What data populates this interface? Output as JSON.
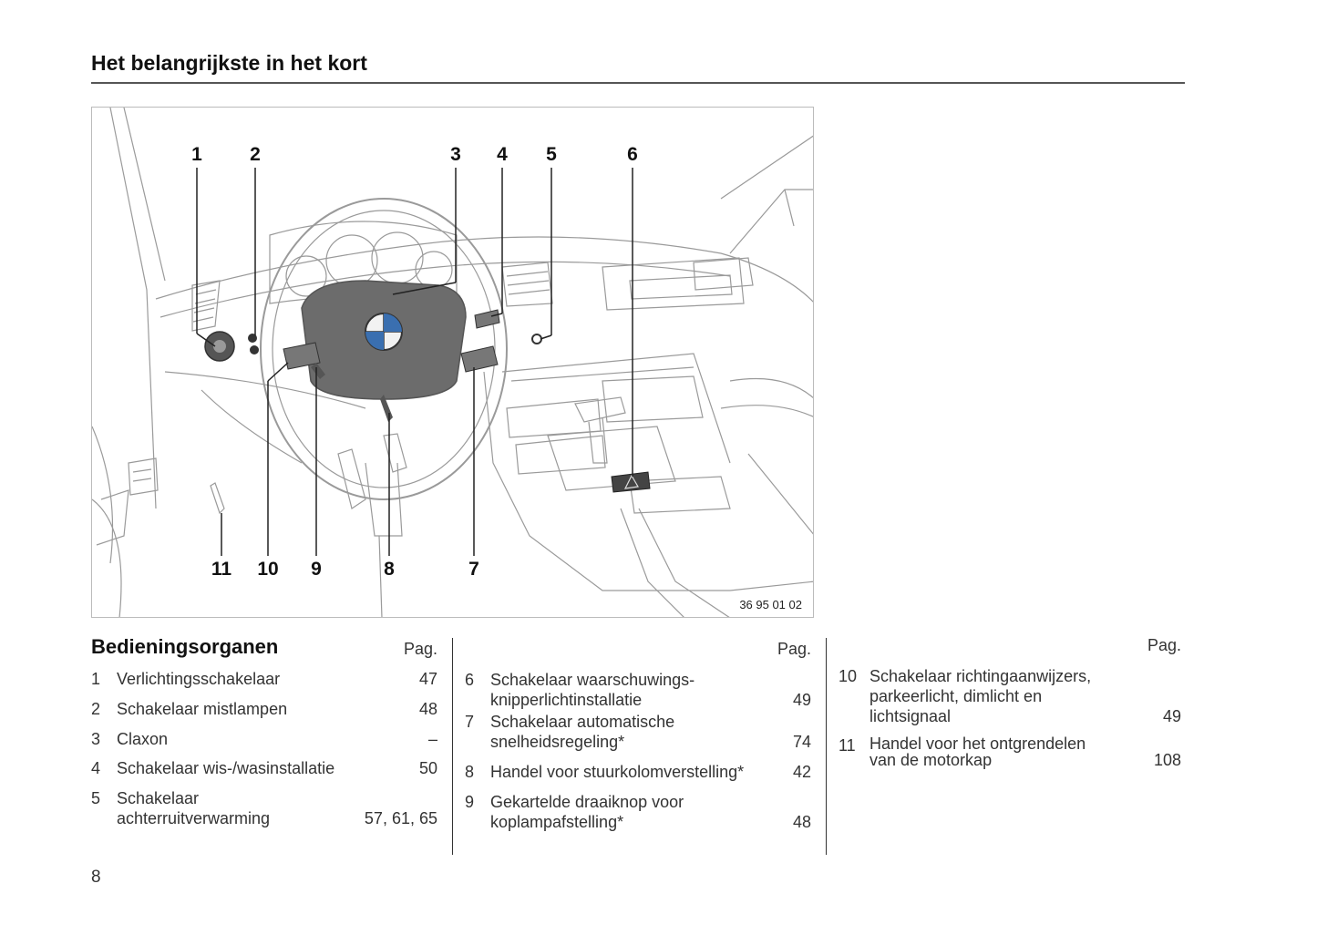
{
  "header": {
    "title": "Het belangrijkste in het kort"
  },
  "figure": {
    "reference": "36 95 01 02",
    "callouts": [
      "1",
      "2",
      "3",
      "4",
      "5",
      "6",
      "7",
      "8",
      "9",
      "10",
      "11"
    ]
  },
  "section": {
    "title": "Bedieningsorganen",
    "pag_label": "Pag."
  },
  "columns": [
    {
      "pag_label": "Pag.",
      "items": [
        {
          "number": "1",
          "label": "Verlichtingsschakelaar",
          "page": "47"
        },
        {
          "number": "2",
          "label": "Schakelaar mistlampen",
          "page": "48"
        },
        {
          "number": "3",
          "label": "Claxon",
          "page": "–"
        },
        {
          "number": "4",
          "label": "Schakelaar wis-/wasinstallatie",
          "page": "50"
        },
        {
          "number": "5",
          "label": "Schakelaar\nachterruitverwarming",
          "page": "57, 61, 65"
        }
      ]
    },
    {
      "pag_label": "Pag.",
      "items": [
        {
          "number": "6",
          "label": "Schakelaar waarschuwings-\nknipperlichtinstallatie",
          "page": "49"
        },
        {
          "number": "7",
          "label": "Schakelaar automatische\nsnelheidsregeling*",
          "page": "74"
        },
        {
          "number": "8",
          "label": "Handel voor stuurkolomverstelling*",
          "page": "42"
        },
        {
          "number": "9",
          "label": "Gekartelde draaiknop voor\nkoplampafstelling*",
          "page": "48"
        }
      ]
    },
    {
      "pag_label": "Pag.",
      "items": [
        {
          "number": "10",
          "label": "Schakelaar richtingaanwijzers,\nparkeerlicht, dimlicht en\nlichtsignaal",
          "page": "49"
        },
        {
          "number": "11",
          "label": "Handel voor het ontgrendelen\nvan de motorkap",
          "page": "108"
        }
      ]
    }
  ],
  "page_number": "8"
}
